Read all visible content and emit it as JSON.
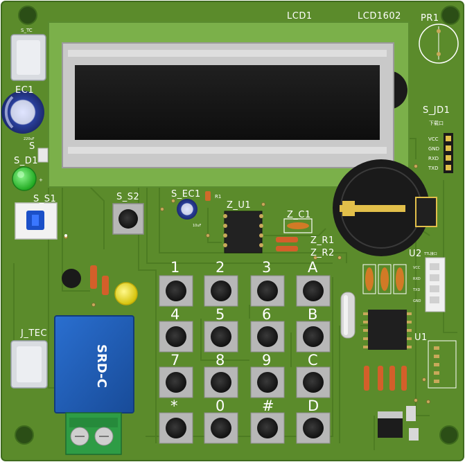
{
  "colors": {
    "pcb": "#5b8b2b",
    "pcb_dark": "#3e6a1d",
    "silk": "#ffffff",
    "trace": "#4c7b22",
    "pad": "#c8a95a",
    "lcd_frame": "#c9c9c9",
    "lcd_screen": "#1a1a1a",
    "relay": "#1f5fb8",
    "led_green": "#2fd02f",
    "led_yellow": "#f2e20c",
    "cap_blue": "#2a3f9c",
    "terminal": "#2e9c45"
  },
  "labels": {
    "lcd1": "LCD1",
    "lcd_model": "LCD1602",
    "pr1": "PR1",
    "s_tc": "S_TC",
    "ec1": "EC1",
    "ec1_value": "220uF",
    "s_jd1": "S_JD1",
    "download": "下载口",
    "vcc": "VCC",
    "gnd": "GND",
    "rxd": "RXD",
    "txd": "TXD",
    "s_d1": "S_D1",
    "s_s": "S",
    "s_s1": "S_S1",
    "s_s2": "S_S2",
    "s_ec1": "S_EC1",
    "s_ec1_value": "10uF",
    "r1": "R1",
    "z_u1": "Z_U1",
    "z_c1": "Z_C1",
    "z_r1": "Z_R1",
    "z_r2": "Z_R2",
    "u2": "U2",
    "u1": "U1",
    "j_tec": "J_TEC",
    "srd_c": "SRD-C",
    "ttl_port": "TTL接口"
  },
  "keypad": {
    "keys": [
      "1",
      "2",
      "3",
      "A",
      "4",
      "5",
      "6",
      "B",
      "7",
      "8",
      "9",
      "C",
      "*",
      "0",
      "#",
      "D"
    ]
  }
}
